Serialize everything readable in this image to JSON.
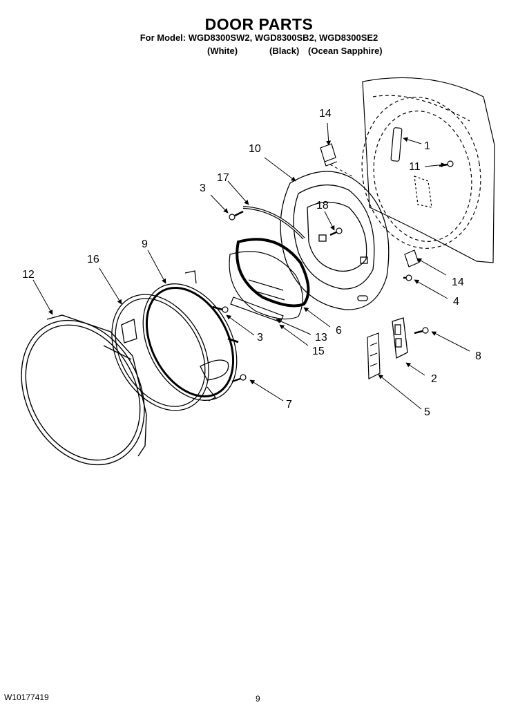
{
  "header": {
    "title": "DOOR PARTS",
    "models_line": "For Model: WGD8300SW2, WGD8300SB2, WGD8300SE2",
    "colors": [
      "(White)",
      "(Black)",
      "(Ocean Sapphire)"
    ]
  },
  "parts": [
    {
      "id": "1",
      "label": "1"
    },
    {
      "id": "2",
      "label": "2"
    },
    {
      "id": "3a",
      "label": "3"
    },
    {
      "id": "3b",
      "label": "3"
    },
    {
      "id": "4",
      "label": "4"
    },
    {
      "id": "5",
      "label": "5"
    },
    {
      "id": "6",
      "label": "6"
    },
    {
      "id": "7",
      "label": "7"
    },
    {
      "id": "8",
      "label": "8"
    },
    {
      "id": "9",
      "label": "9"
    },
    {
      "id": "10",
      "label": "10"
    },
    {
      "id": "11",
      "label": "11"
    },
    {
      "id": "12",
      "label": "12"
    },
    {
      "id": "13",
      "label": "13"
    },
    {
      "id": "14a",
      "label": "14"
    },
    {
      "id": "14b",
      "label": "14"
    },
    {
      "id": "15",
      "label": "15"
    },
    {
      "id": "16",
      "label": "16"
    },
    {
      "id": "17",
      "label": "17"
    },
    {
      "id": "18",
      "label": "18"
    }
  ],
  "footer": {
    "doc_number": "W10177419",
    "page_number": "9"
  }
}
